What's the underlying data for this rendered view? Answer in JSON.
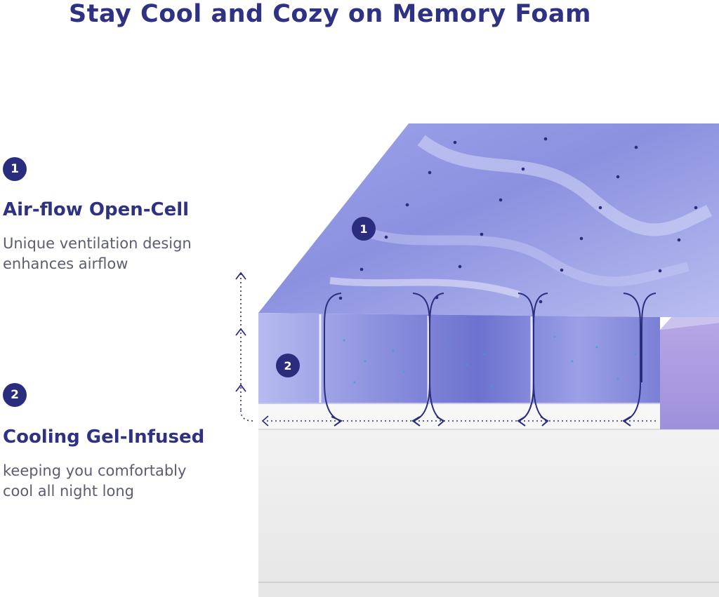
{
  "header": {
    "title": "Stay Cool and Cozy on Memory Foam"
  },
  "features": [
    {
      "number": "1",
      "title": "Air-flow Open-Cell",
      "description": "Unique ventilation design enhances airflow"
    },
    {
      "number": "2",
      "title": "Cooling Gel-Infused",
      "description": "keeping you comfortably cool all night long"
    }
  ],
  "illustration": {
    "markers": [
      "1",
      "2"
    ],
    "colors": {
      "foam": "#8e94e0",
      "foam_dark": "#6b70cf",
      "base": "#ececec",
      "accent": "#2a2c7e"
    }
  }
}
